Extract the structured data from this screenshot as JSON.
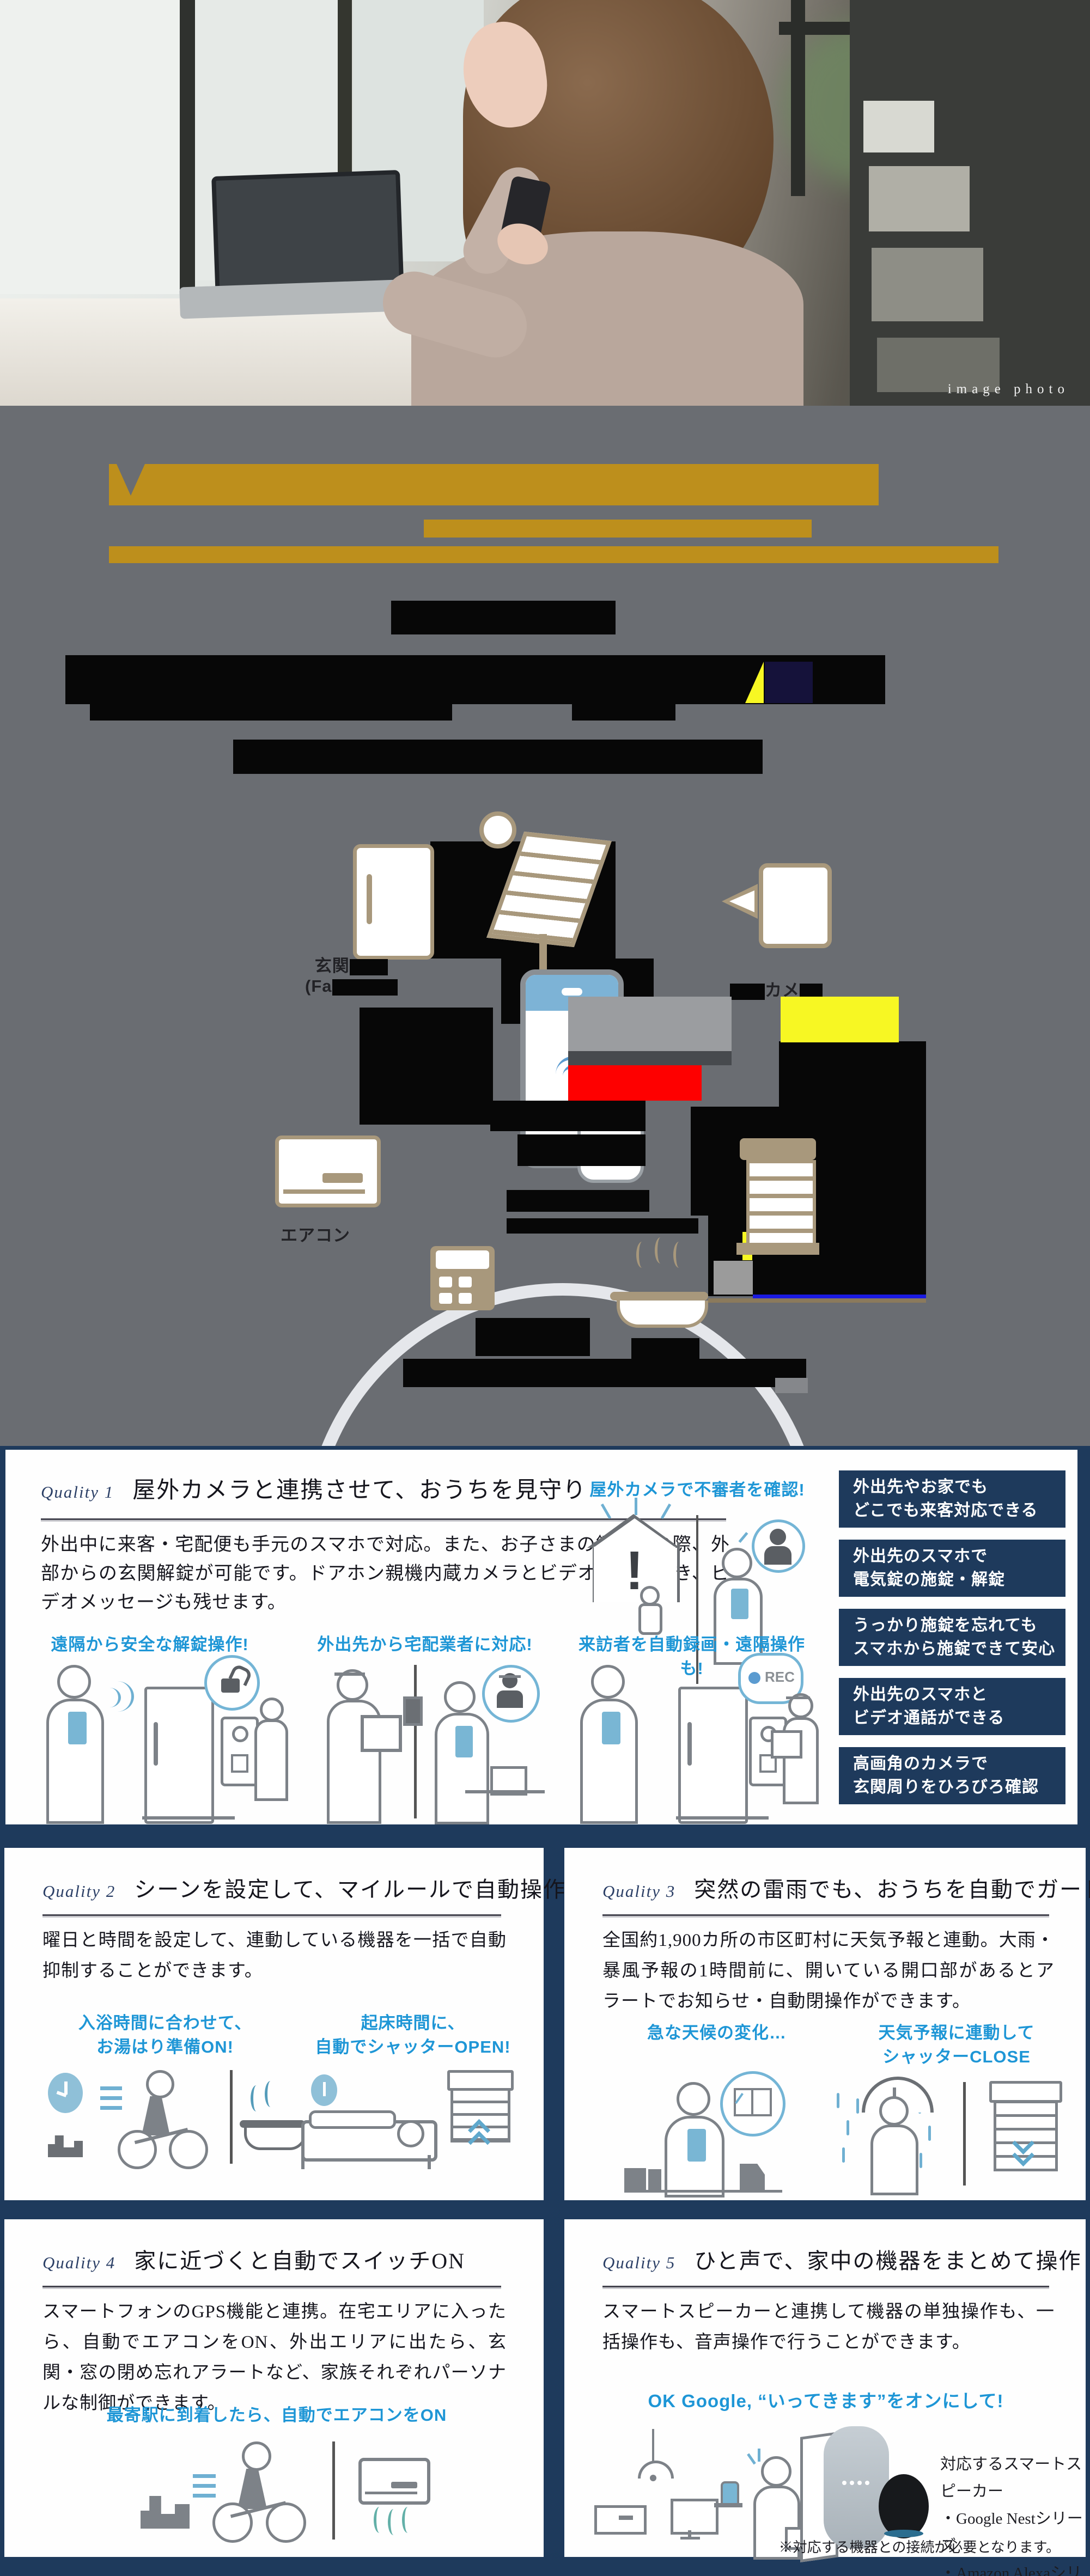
{
  "palette": {
    "navy": "#1e3a5c",
    "gray_bg": "#6a6d72",
    "gold": "#bd8f1c",
    "tan": "#a8987c",
    "caption_blue": "#1e96d6",
    "illustration_blue": "#6fb0d2",
    "red_block": "#ff0000",
    "yellow_block": "#f7f723"
  },
  "hero": {
    "caption": "image photo"
  },
  "diagram": {
    "labels": {
      "door_line1": "玄関",
      "door_line2": "(Fa",
      "camera": "カメ",
      "aircon": "エアコン"
    }
  },
  "quality1": {
    "label": "Quality 1",
    "title": "屋外カメラと連携させて、おうちを見守り",
    "body": "外出中に来客・宅配便も手元のスマホで対応。また、お子さまの鍵忘れの際、外部からの玄関解錠が可能です。ドアホン親機内蔵カメラとビデオ通話ができ、ビデオメッセージも残せます。",
    "caption_top": "屋外カメラで不審者を確認!",
    "captions": [
      "遠隔から安全な解錠操作!",
      "外出先から宅配業者に対応!",
      "来訪者を自動録画・遠隔操作も!"
    ],
    "rec_label": "REC",
    "benefits": [
      "外出先やお家でも\nどこでも来客対応できる",
      "外出先のスマホで\n電気錠の施錠・解錠",
      "うっかり施錠を忘れても\nスマホから施錠できて安心",
      "外出先のスマホと\nビデオ通話ができる",
      "高画角のカメラで\n玄関周りをひろびろ確認"
    ]
  },
  "quality2": {
    "label": "Quality 2",
    "title": "シーンを設定して、マイルールで自動操作",
    "body": "曜日と時間を設定して、連動している機器を一括で自動抑制することができます。",
    "captions": [
      "入浴時間に合わせて、\nお湯はり準備ON!",
      "起床時間に、\n自動でシャッターOPEN!"
    ]
  },
  "quality3": {
    "label": "Quality 3",
    "title": "突然の雷雨でも、おうちを自動でガード",
    "body": "全国約1,900カ所の市区町村に天気予報と連動。大雨・暴風予報の1時間前に、開いている開口部があるとアラートでお知らせ・自動閉操作ができます。",
    "captions": [
      "急な天候の変化…",
      "天気予報に連動して\nシャッターCLOSE"
    ]
  },
  "quality4": {
    "label": "Quality 4",
    "title": "家に近づくと自動でスイッチON",
    "body": "スマートフォンのGPS機能と連携。在宅エリアに入ったら、自動でエアコンをON、外出エリアに出たら、玄関・窓の閉め忘れアラートなど、家族それぞれパーソナルな制御ができます。",
    "caption": "最寄駅に到着したら、自動でエアコンをON"
  },
  "quality5": {
    "label": "Quality 5",
    "title": "ひと声で、家中の機器をまとめて操作",
    "body": "スマートスピーカーと連携して機器の単独操作も、一括操作も、音声操作で行うことができます。",
    "caption": "OK Google, “いってきます”をオンにして!",
    "speakers_heading": "対応するスマートスピーカー",
    "speakers": [
      "・Google Nestシリーズ",
      "・Amazon Alexaシリーズ"
    ],
    "note": "※対応する機器との接続が必要となります。"
  }
}
